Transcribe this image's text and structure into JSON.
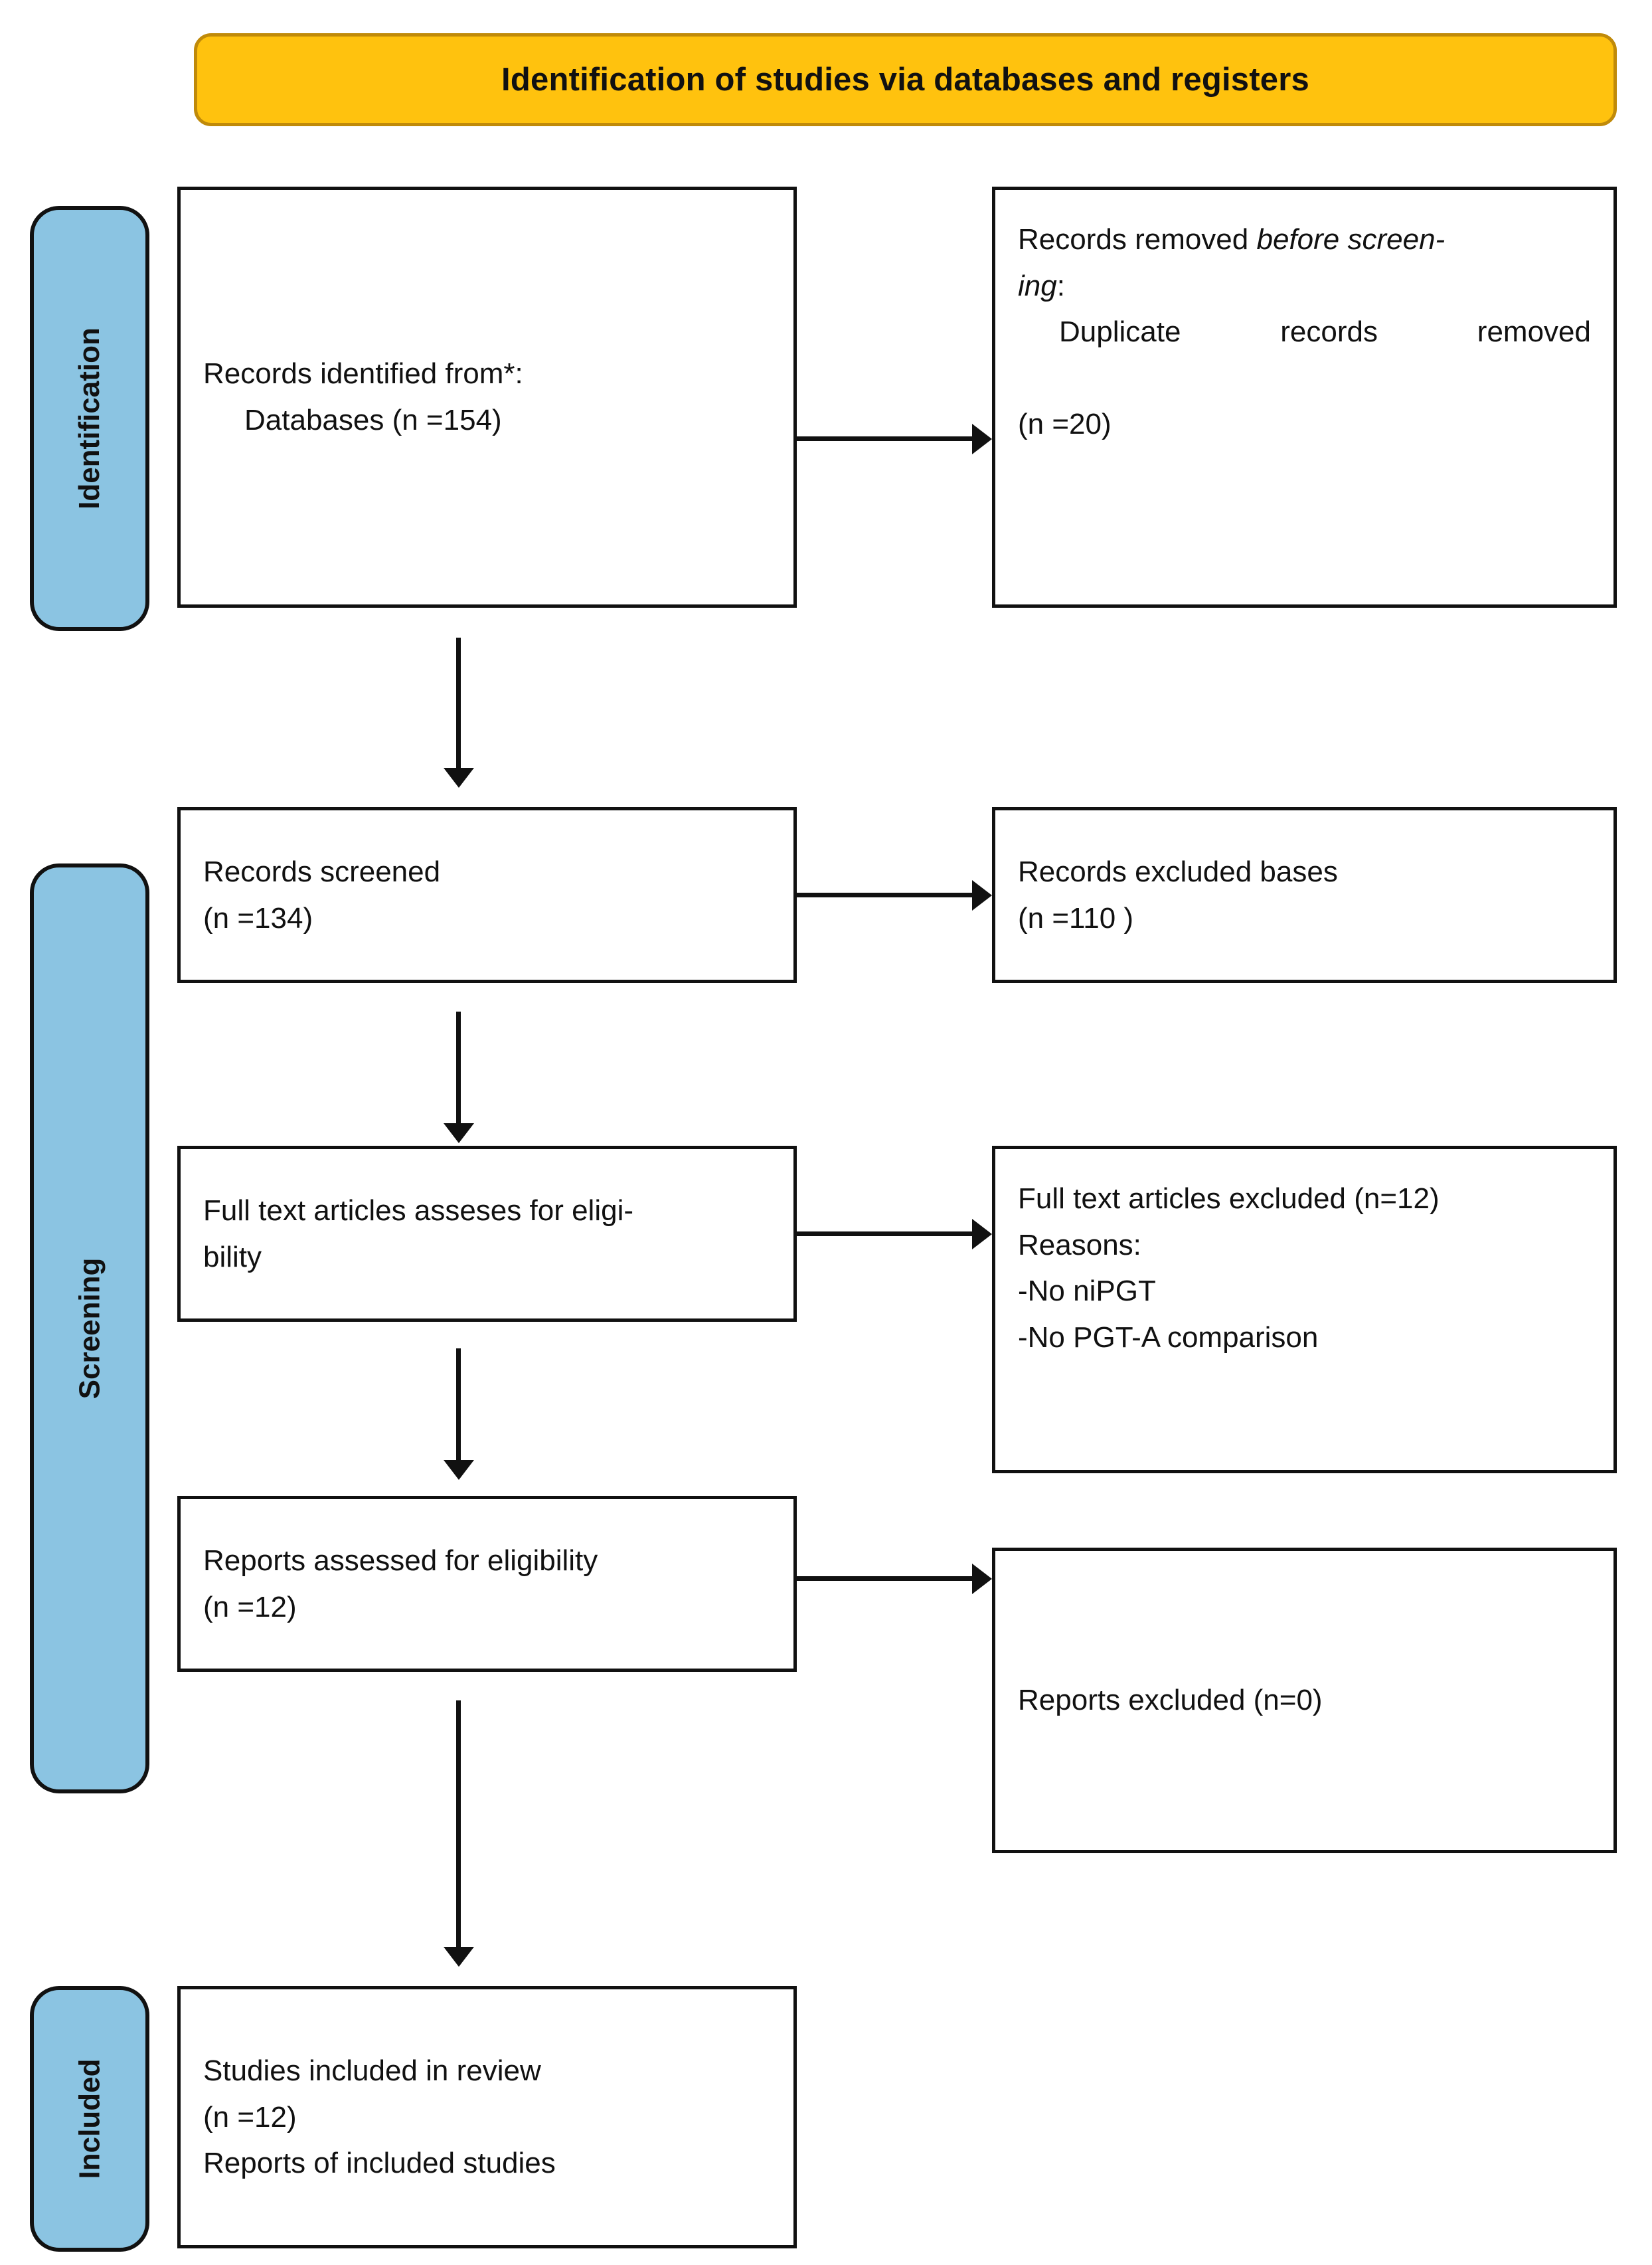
{
  "diagram": {
    "title": "Identification of studies via databases and registers",
    "colors": {
      "banner_fill": "#FFC20E",
      "banner_border": "#C08A09",
      "stage_tab_fill": "#8BC4E2",
      "box_border": "#111111",
      "text": "#111111"
    }
  },
  "stages": {
    "identification": "Identification",
    "screening": "Screening",
    "included": "Included"
  },
  "boxes": {
    "records_identified": {
      "line1": "Records identified from*:",
      "line2": "Databases (n =154)"
    },
    "records_removed": {
      "line1_prefix": "Records removed ",
      "line1_italic": "before screen-",
      "line2_italic": "ing",
      "line2_suffix": ":",
      "line3": "Duplicate records removed",
      "line4": "(n =20)"
    },
    "records_screened": {
      "line1": "Records screened",
      "line2": "(n =134)"
    },
    "records_excluded": {
      "line1": "Records excluded bases",
      "line2": "(n =110 )"
    },
    "fulltext_assessed": {
      "line1": "Full text articles asseses for eligi-",
      "line2": "bility"
    },
    "fulltext_excluded": {
      "line1": "Full text articles excluded (n=12)",
      "line2": "Reasons:",
      "line3": "-No niPGT",
      "line4": "-No PGT-A comparison"
    },
    "reports_assessed": {
      "line1": "Reports assessed for eligibility",
      "line2": "(n =12)"
    },
    "reports_excluded": {
      "line1": "Reports excluded (n=0)"
    },
    "studies_included": {
      "line1": "Studies included in review",
      "line2": "(n =12)",
      "line3": "Reports of included studies"
    }
  }
}
